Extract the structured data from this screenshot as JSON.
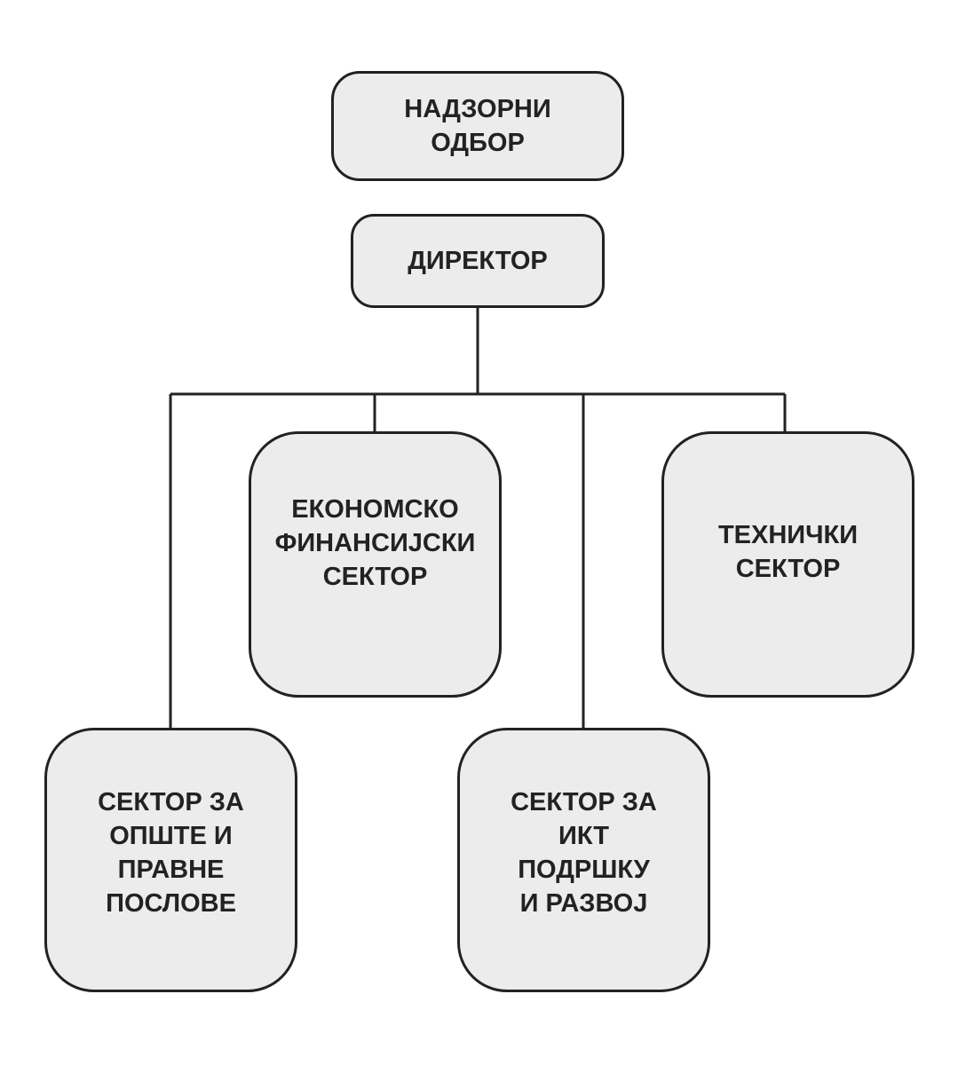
{
  "colors": {
    "fill": "#ececec",
    "stroke": "#222222",
    "text": "#222222"
  },
  "nodes": {
    "board": {
      "lines": [
        "НАДЗОРНИ",
        "ОДБОР"
      ]
    },
    "director": {
      "lines": [
        "ДИРЕКТОР"
      ]
    },
    "economic": {
      "lines": [
        "ЕКОНОМСКО",
        "ФИНАНСИЈСКИ",
        "СЕКТОР"
      ]
    },
    "technical": {
      "lines": [
        "ТЕХНИЧКИ",
        "СЕКТОР"
      ]
    },
    "general": {
      "lines": [
        "СЕКТОР ЗА",
        "ОПШТЕ И",
        "ПРАВНЕ",
        "ПОСЛОВЕ"
      ]
    },
    "ict": {
      "lines": [
        "СЕКТОР ЗА",
        "ИКТ",
        "ПОДРШКУ",
        "И РАЗВОЈ"
      ]
    }
  }
}
